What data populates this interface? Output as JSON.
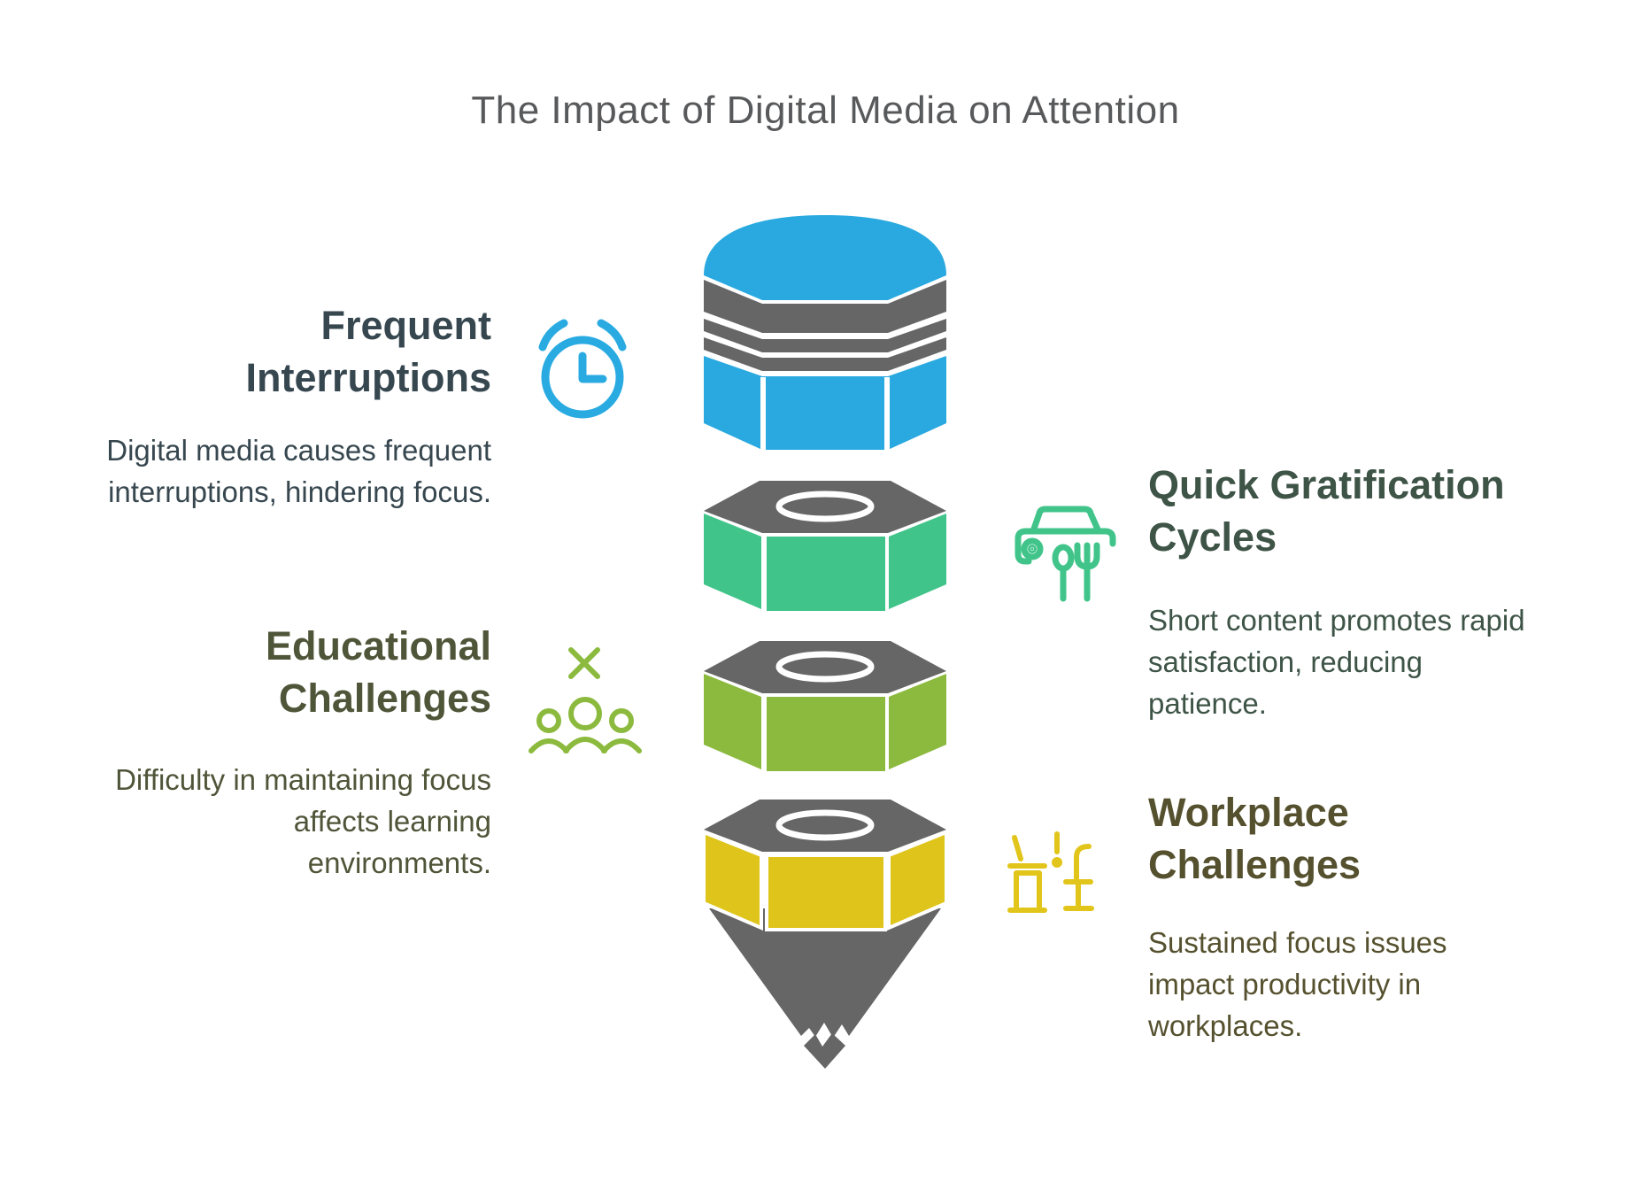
{
  "title": "The Impact of Digital Media on Attention",
  "title_color": "#58595B",
  "pencil": {
    "description": "exploded pencil funnel with four stacked segments",
    "gray": "#666666",
    "segment_colors": {
      "top_blue": "#29A9DF",
      "green": "#41C48A",
      "olive": "#8CBA3E",
      "yellow": "#DFC51B"
    }
  },
  "sections": {
    "frequent": {
      "title_line1": "Frequent",
      "title_line2": "Interruptions",
      "desc_line1": "Digital media causes frequent",
      "desc_line2": "interruptions, hindering focus.",
      "icon": "alarm-clock-icon",
      "accent": "#29ABE2",
      "text_color": "#37474F"
    },
    "gratification": {
      "title_line1": "Quick Gratification",
      "title_line2": "Cycles",
      "desc_line1": "Short content promotes rapid",
      "desc_line2": "satisfaction, reducing",
      "desc_line3": "patience.",
      "icon": "car-fast-food-icon",
      "accent": "#41C48A",
      "text_color": "#3E5447"
    },
    "educational": {
      "title_line1": "Educational",
      "title_line2": "Challenges",
      "desc_line1": "Difficulty in maintaining focus",
      "desc_line2": "affects learning",
      "desc_line3": "environments.",
      "icon": "people-group-x-icon",
      "accent": "#8CBA3E",
      "text_color": "#4F5538"
    },
    "workplace": {
      "title_line1": "Workplace",
      "title_line2": "Challenges",
      "desc_line1": "Sustained focus issues",
      "desc_line2": "impact productivity in",
      "desc_line3": "workplaces.",
      "icon": "desk-chair-icon",
      "accent": "#E2C51A",
      "text_color": "#55512F"
    }
  }
}
